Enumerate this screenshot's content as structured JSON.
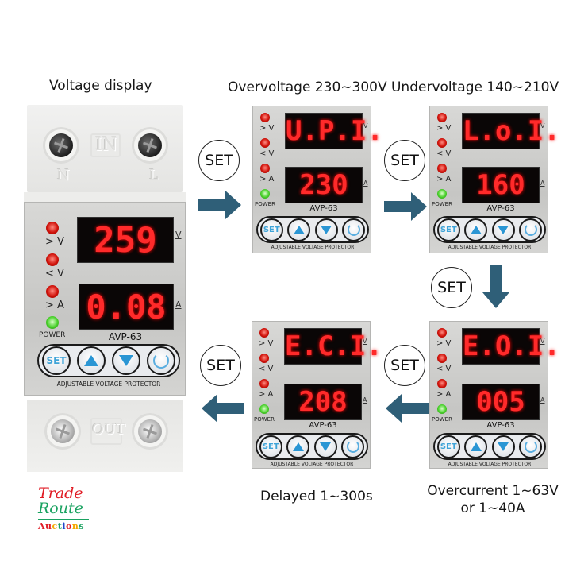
{
  "captions": {
    "voltage_display": "Voltage display",
    "over_under": "Overvoltage 230~300V Undervoltage 140~210V",
    "delayed": "Delayed 1~300s",
    "overcurrent_line1": "Overcurrent 1~63V",
    "overcurrent_line2": "or 1~40A"
  },
  "device": {
    "terminal_in": "IN",
    "terminal_out": "OUT",
    "terminal_n": "N",
    "terminal_l": "L",
    "model": "AVP-63",
    "brand_strip": "ADJUSTABLE VOLTAGE PROTECTOR",
    "led_labels": [
      "> V",
      "< V",
      "> A",
      "POWER"
    ],
    "unit_top": "V",
    "unit_bottom": "A",
    "buttons": {
      "set": "SET",
      "up": "up",
      "down": "down",
      "power": "power"
    }
  },
  "panels": [
    {
      "id": "main",
      "top_display": "259",
      "bottom_display": "0.08"
    },
    {
      "id": "overvoltage",
      "top_display": "U.P.I.",
      "bottom_display": "230"
    },
    {
      "id": "undervoltage",
      "top_display": "L.o.I.",
      "bottom_display": "160"
    },
    {
      "id": "overcurrent",
      "top_display": "E.O.I.",
      "bottom_display": "005"
    },
    {
      "id": "delay",
      "top_display": "E.C.I.",
      "bottom_display": "208"
    }
  ],
  "flow": {
    "set_label": "SET",
    "arrow_color": "#2f5f78",
    "steps": [
      {
        "from": "main",
        "to": "overvoltage",
        "direction": "right"
      },
      {
        "from": "overvoltage",
        "to": "undervoltage",
        "direction": "right"
      },
      {
        "from": "undervoltage",
        "to": "overcurrent",
        "direction": "down"
      },
      {
        "from": "overcurrent",
        "to": "delay",
        "direction": "left"
      },
      {
        "from": "delay",
        "to": "main",
        "direction": "left"
      }
    ]
  },
  "logo": {
    "line1": "Trade",
    "line2": "Route",
    "line3": [
      "A",
      "u",
      "c",
      "t",
      "i",
      "o",
      "n",
      "s"
    ],
    "line3_colors": [
      "#e01b24",
      "#e01b24",
      "#f5a800",
      "#1aa260",
      "#2046c8",
      "#e01b24",
      "#f5a800",
      "#1aa260"
    ]
  },
  "colors": {
    "led_red": "#d0120a",
    "led_green": "#48d02a",
    "segment_red": "#ff2a2a",
    "button_blue": "#2a96d4"
  }
}
